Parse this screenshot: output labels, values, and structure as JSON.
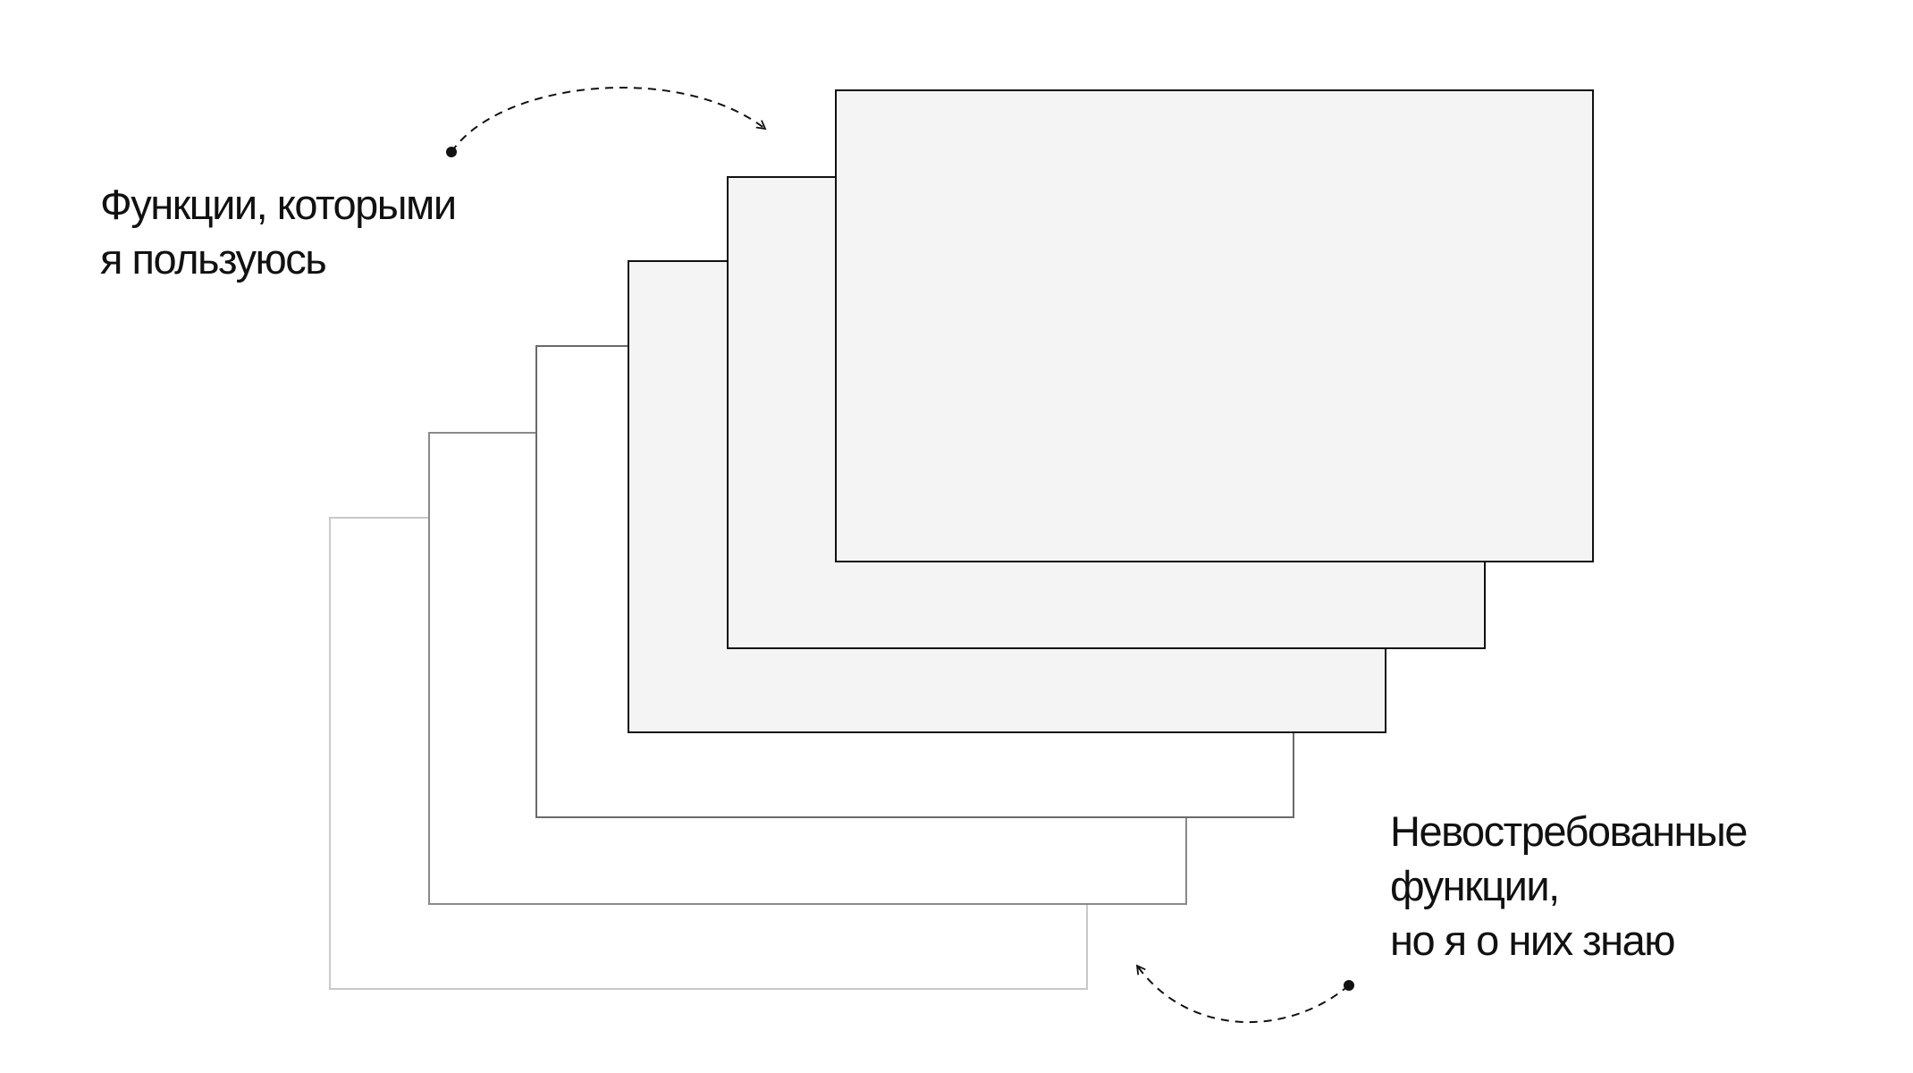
{
  "labels": {
    "used_features": {
      "line1": "Функции, которыми",
      "line2": "я пользуюсь"
    },
    "unused_features": {
      "line1": "Невостребованные",
      "line2": "функции,",
      "line3": "но я о них знаю"
    }
  },
  "layers": {
    "count": 6,
    "used_count": 3,
    "unused_count": 3
  },
  "colors": {
    "background": "#ffffff",
    "used_fill": "#f4f4f4",
    "used_stroke": "#111111",
    "unused_fill": "#ffffff",
    "unused_strokes": [
      "#c8c8c8",
      "#8a8a8a",
      "#6a6a6a"
    ],
    "text": "#111111",
    "arrow": "#111111"
  }
}
